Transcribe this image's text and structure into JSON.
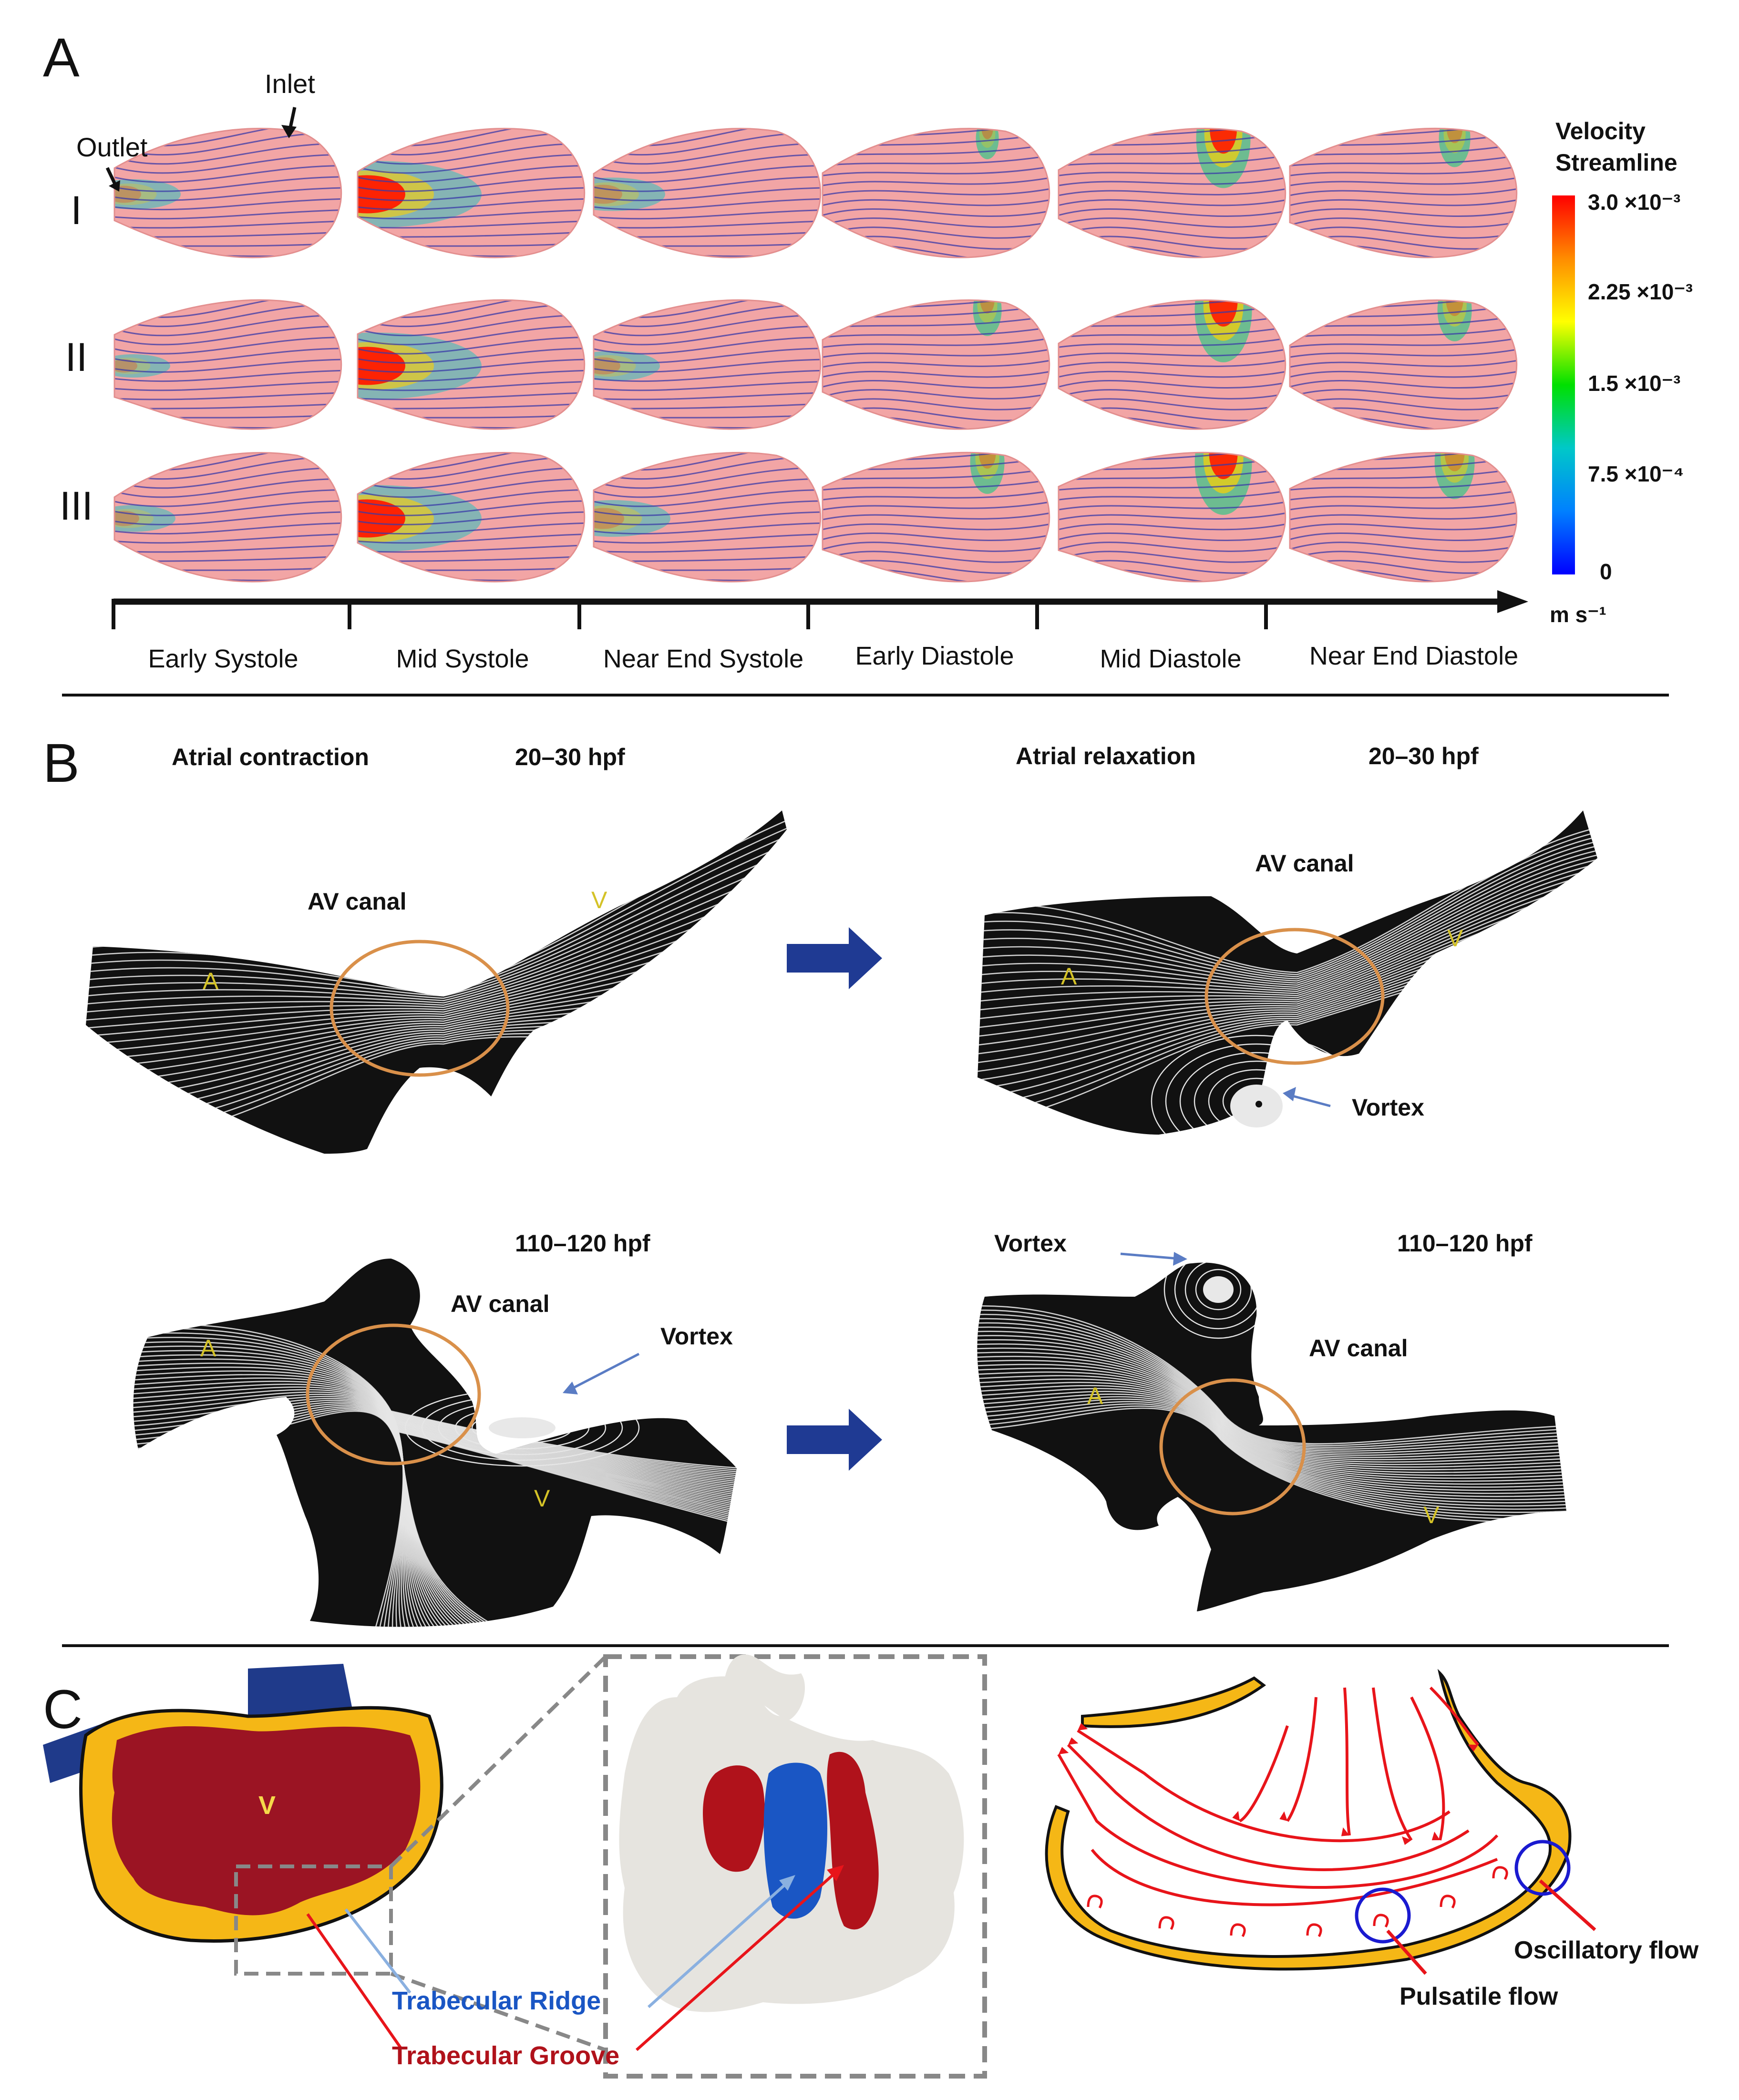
{
  "panel_a": {
    "letter": "A",
    "inlet_label": "Inlet",
    "outlet_label": "Outlet",
    "rows": [
      "I",
      "II",
      "III"
    ],
    "phases": [
      "Early Systole",
      "Mid Systole",
      "Near End Systole",
      "Early Diastole",
      "Mid Diastole",
      "Near End Diastole"
    ],
    "jet_strength": [
      [
        0.45,
        1.0,
        0.5,
        0.4,
        0.95,
        0.55
      ],
      [
        0.35,
        1.0,
        0.45,
        0.5,
        1.0,
        0.6
      ],
      [
        0.4,
        1.0,
        0.55,
        0.6,
        1.0,
        0.7
      ]
    ],
    "colorbar": {
      "title_line1": "Velocity",
      "title_line2": "Streamline",
      "ticks": [
        "3.0 ×10⁻³",
        "2.25 ×10⁻³",
        "1.5 ×10⁻³",
        "7.5 ×10⁻⁴",
        "0"
      ],
      "unit": "m s⁻¹",
      "stops": [
        "#ff0000",
        "#ff8c00",
        "#ffff00",
        "#00e000",
        "#00c8c8",
        "#0080ff",
        "#0000ff"
      ]
    },
    "colors": {
      "tissue": "#f2a5a5",
      "streamline": "#3a3aa8"
    }
  },
  "panel_b": {
    "letter": "B",
    "atrial_contraction": "Atrial contraction",
    "atrial_relaxation": "Atrial relaxation",
    "stage_early": "20–30 hpf",
    "stage_late": "110–120 hpf",
    "av_canal": "AV canal",
    "vortex": "Vortex",
    "atrium": "A",
    "ventricle": "V",
    "colors": {
      "arrow": "#1f3a93",
      "circle": "#d9904a",
      "chamber_label": "#d4c227",
      "vortex_arrow": "#5a7cc4"
    }
  },
  "panel_c": {
    "letter": "C",
    "ventricle": "V",
    "trabecular_ridge": "Trabecular Ridge",
    "trabecular_groove": "Trabecular Groove",
    "oscillatory_flow": "Oscillatory flow",
    "pulsatile_flow": "Pulsatile flow",
    "colors": {
      "ridge": "#1a56c4",
      "groove": "#b0121b",
      "myocardium": "#9b1423",
      "wall": "#f5b716",
      "vessel": "#1f3a8a",
      "flow": "#e8141a"
    }
  }
}
